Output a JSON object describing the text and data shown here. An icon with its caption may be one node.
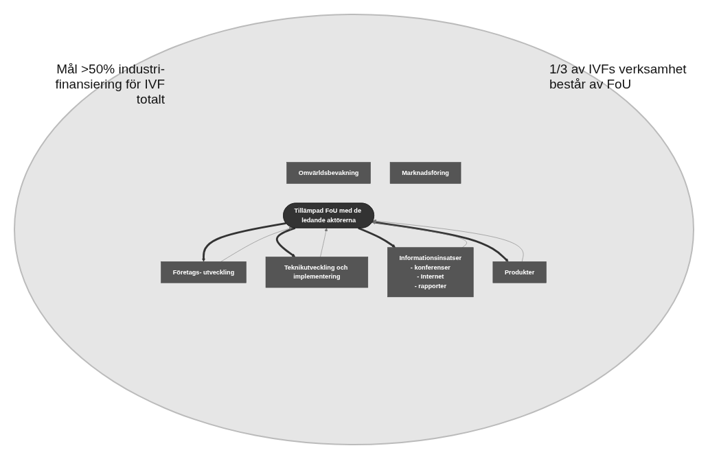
{
  "diagram": {
    "nodes": [
      {
        "text": [
          "Omvärldsbevakning"
        ]
      },
      {
        "text": [
          "Tillämpad FoU med de ledande aktörerna"
        ]
      },
      {
        "text": [
          "Företags- utveckling"
        ]
      },
      {
        "text": [
          "Teknikutveckling och implementering"
        ]
      },
      {
        "text": [
          "Informationsinsatser",
          "- konferenser",
          "- Internet",
          "- rapporter"
        ]
      },
      {
        "text": [
          "Produkter"
        ]
      },
      {
        "text": [
          "Marknadsföring"
        ]
      }
    ],
    "edges": [
      {
        "from": 1,
        "to": 2,
        "arrow": "to",
        "style": "thick"
      },
      {
        "from": 1,
        "to": 3,
        "arrow": "to",
        "style": "thick"
      },
      {
        "from": 1,
        "to": 4,
        "arrow": "to",
        "style": "thick"
      },
      {
        "from": 1,
        "to": 5,
        "arrow": "to",
        "style": "thick"
      },
      {
        "from": 2,
        "to": 1,
        "arrow": "to",
        "color": "#777777"
      },
      {
        "from": 3,
        "to": 1,
        "arrow": "to",
        "color": "#777777"
      },
      {
        "from": 4,
        "to": 1,
        "arrow": "to",
        "color": "#777777"
      },
      {
        "from": 5,
        "to": 1,
        "arrow": "to",
        "color": "#777777"
      }
    ],
    "labels": [
      "Mål >50% industri- finansiering för IVF totalt",
      "1/3 av IVFs verksamhet består av FoU"
    ]
  }
}
